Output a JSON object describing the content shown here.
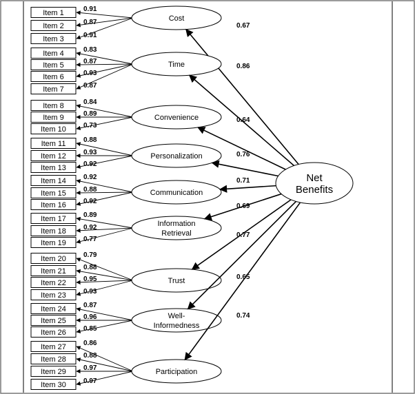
{
  "root": {
    "lines": [
      "Net",
      "Benefits"
    ]
  },
  "factors": [
    {
      "id": "cost",
      "lines": [
        "Cost"
      ],
      "path_coef": "0.67",
      "items": [
        {
          "label": "Item 1",
          "loading": "0.91"
        },
        {
          "label": "Item 2",
          "loading": "0.87"
        },
        {
          "label": "Item 3",
          "loading": "0.91"
        }
      ]
    },
    {
      "id": "time",
      "lines": [
        "Time"
      ],
      "path_coef": "0.86",
      "items": [
        {
          "label": "Item 4",
          "loading": "0.83"
        },
        {
          "label": "Item 5",
          "loading": "0.87"
        },
        {
          "label": "Item 6",
          "loading": "0.93"
        },
        {
          "label": "Item 7",
          "loading": "0.87"
        }
      ]
    },
    {
      "id": "convenience",
      "lines": [
        "Convenience"
      ],
      "path_coef": "0.64",
      "items": [
        {
          "label": "Item 8",
          "loading": "0.84"
        },
        {
          "label": "Item 9",
          "loading": "0.89"
        },
        {
          "label": "Item 10",
          "loading": "0.73"
        }
      ]
    },
    {
      "id": "personalization",
      "lines": [
        "Personalization"
      ],
      "path_coef": "0.76",
      "items": [
        {
          "label": "Item 11",
          "loading": "0.88"
        },
        {
          "label": "Item 12",
          "loading": "0.93"
        },
        {
          "label": "Item 13",
          "loading": "0.92"
        }
      ]
    },
    {
      "id": "communication",
      "lines": [
        "Communication"
      ],
      "path_coef": "0.71",
      "items": [
        {
          "label": "Item 14",
          "loading": "0.92"
        },
        {
          "label": "Item 15",
          "loading": "0.88"
        },
        {
          "label": "Item 16",
          "loading": "0.92"
        }
      ]
    },
    {
      "id": "information-retrieval",
      "lines": [
        "Information",
        "Retrieval"
      ],
      "path_coef": "0.69",
      "items": [
        {
          "label": "Item 17",
          "loading": "0.89"
        },
        {
          "label": "Item 18",
          "loading": "0.92"
        },
        {
          "label": "Item 19",
          "loading": "0.77"
        }
      ]
    },
    {
      "id": "trust",
      "lines": [
        "Trust"
      ],
      "path_coef": "0.77",
      "items": [
        {
          "label": "Item 20",
          "loading": "0.79"
        },
        {
          "label": "Item 21",
          "loading": "0.88"
        },
        {
          "label": "Item 22",
          "loading": "0.95"
        },
        {
          "label": "Item 23",
          "loading": "0.93"
        }
      ]
    },
    {
      "id": "well-informedness",
      "lines": [
        "Well-",
        "Informedness"
      ],
      "path_coef": "0.65",
      "items": [
        {
          "label": "Item 24",
          "loading": "0.87"
        },
        {
          "label": "Item 25",
          "loading": "0.96"
        },
        {
          "label": "Item 26",
          "loading": "0.85"
        }
      ]
    },
    {
      "id": "participation",
      "lines": [
        "Participation"
      ],
      "path_coef": "0.74",
      "items": [
        {
          "label": "Item 27",
          "loading": "0.86"
        },
        {
          "label": "Item 28",
          "loading": "0.88"
        },
        {
          "label": "Item 29",
          "loading": "0.97"
        },
        {
          "label": "Item 30",
          "loading": "0.97"
        }
      ]
    }
  ]
}
